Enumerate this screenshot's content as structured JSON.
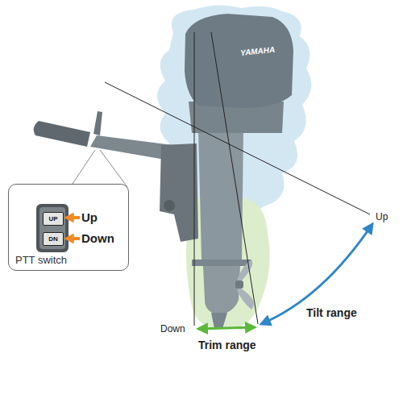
{
  "diagram": {
    "nodes": [
      {
        "text": [
          "PTT switch"
        ]
      },
      {
        "text": [
          "UP"
        ],
        "in": 0
      },
      {
        "text": [
          "DN"
        ],
        "in": 0
      }
    ],
    "labels": [
      "Up",
      "Down",
      "YAMAHA",
      "Down",
      "Trim range",
      "Up",
      "Tilt range"
    ]
  }
}
